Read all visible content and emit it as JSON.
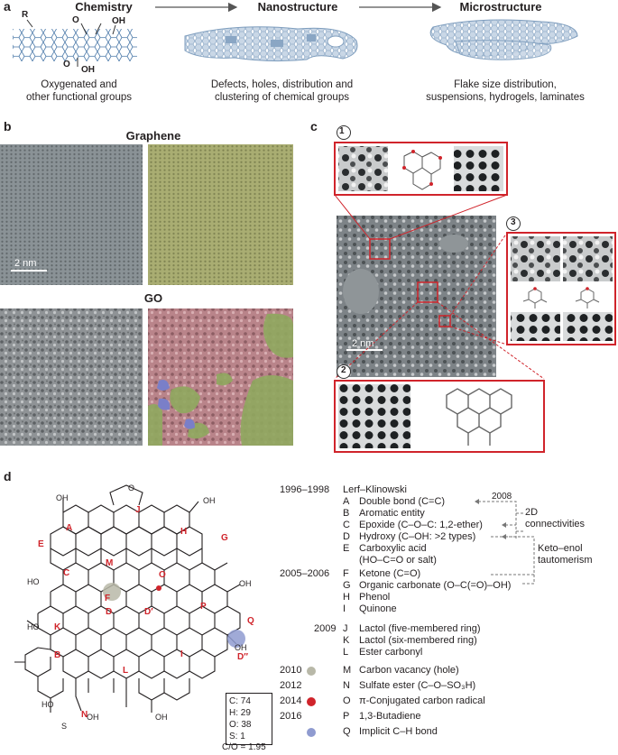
{
  "panel_a": {
    "label": "a",
    "stages": [
      {
        "header": "Chemistry",
        "caption_line1": "Oxygenated and",
        "caption_line2": "other functional groups"
      },
      {
        "header": "Nanostructure",
        "caption_line1": "Defects, holes, distribution and",
        "caption_line2": "clustering of chemical groups"
      },
      {
        "header": "Microstructure",
        "caption_line1": "Flake size distribution,",
        "caption_line2": "suspensions, hydrogels, laminates"
      }
    ],
    "chem_labels": {
      "r": "R",
      "o": "O",
      "oh": "OH",
      "o2": "O",
      "oh2": "OH"
    }
  },
  "panel_b": {
    "label": "b",
    "title_top": "Graphene",
    "title_bottom": "GO",
    "scalebar": "2 nm"
  },
  "panel_c": {
    "label": "c",
    "scalebar": "2 nm",
    "inset_numbers": [
      "1",
      "2",
      "3"
    ]
  },
  "panel_d": {
    "label": "d",
    "composition": [
      "C: 74",
      "H: 29",
      "O: 38",
      "S: 1"
    ],
    "ratio": "C/O = 1.95",
    "structure_labels": {
      "A": "A",
      "B": "B",
      "C": "C",
      "D": "D",
      "E": "E",
      "F": "F",
      "G": "G",
      "H": "H",
      "I": "I",
      "J": "J",
      "K": "K",
      "L": "L",
      "M": "M",
      "N": "N",
      "O": "O",
      "P": "P",
      "Q": "Q",
      "D2": "D′",
      "D3": "D′′"
    },
    "atoms": {
      "oh1": "OH",
      "oh2": "OH",
      "oh3": "OH",
      "oh4": "OH",
      "oh5": "OH",
      "oh6": "OH",
      "ho1": "HO",
      "ho2": "HO",
      "ho3": "HO",
      "o": "O",
      "s": "S"
    },
    "timeline": [
      {
        "year": "1996–1998",
        "code": "",
        "text": "Lerf–Klinowski"
      },
      {
        "year": "",
        "code": "A",
        "text": "Double bond (C=C)"
      },
      {
        "year": "",
        "code": "B",
        "text": "Aromatic entity"
      },
      {
        "year": "",
        "code": "C",
        "text": "Epoxide (C–O–C: 1,2-ether)"
      },
      {
        "year": "",
        "code": "D",
        "text": "Hydroxy (C–OH: >2 types)"
      },
      {
        "year": "",
        "code": "E",
        "text": "Carboxylic acid"
      },
      {
        "year": "",
        "code": "",
        "text": "(HO–C=O or salt)"
      },
      {
        "year": "2005–2006",
        "code": "F",
        "text": "Ketone (C=O)"
      },
      {
        "year": "",
        "code": "G",
        "text": "Organic carbonate (O–C(=O)–OH)"
      },
      {
        "year": "",
        "code": "H",
        "text": "Phenol"
      },
      {
        "year": "",
        "code": "I",
        "text": "Quinone"
      },
      {
        "year": "2009",
        "code": "J",
        "text": "Lactol (five-membered ring)"
      },
      {
        "year": "",
        "code": "K",
        "text": "Lactol (six-membered ring)"
      },
      {
        "year": "",
        "code": "L",
        "text": "Ester carbonyl"
      },
      {
        "year": "2010",
        "code": "M",
        "text": "Carbon vacancy (hole)"
      },
      {
        "year": "2012",
        "code": "N",
        "text": "Sulfate ester (C–O–SO₃H)"
      },
      {
        "year": "2014",
        "code": "O",
        "text": "π-Conjugated carbon radical"
      },
      {
        "year": "2016",
        "code": "P",
        "text": "1,3-Butadiene"
      },
      {
        "year": "",
        "code": "Q",
        "text": "Implicit C–H bond"
      }
    ],
    "annotation_2008": "2008",
    "annotation_2d": "2D",
    "annotation_connectivities": "connectivities",
    "annotation_keto": "Keto–enol",
    "annotation_tautomerism": "tautomerism",
    "colors": {
      "M": "#b8b8a8",
      "O": "#d0242b",
      "Q": "#8f9bd0"
    }
  }
}
